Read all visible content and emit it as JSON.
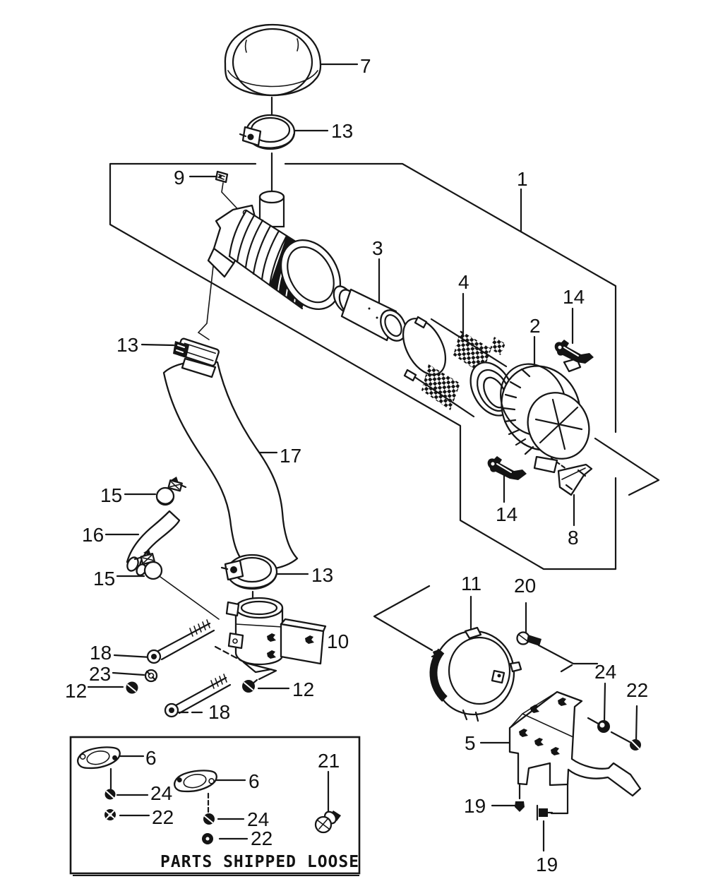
{
  "diagram": {
    "type": "exploded-parts-diagram",
    "colors": {
      "line": "#161616",
      "background": "#ffffff"
    },
    "box": {
      "title": "PARTS SHIPPED LOOSE"
    },
    "callouts": [
      {
        "label": "7"
      },
      {
        "label": "13"
      },
      {
        "label": "9"
      },
      {
        "label": "1"
      },
      {
        "label": "3"
      },
      {
        "label": "4"
      },
      {
        "label": "2"
      },
      {
        "label": "14"
      },
      {
        "label": "13"
      },
      {
        "label": "17"
      },
      {
        "label": "15"
      },
      {
        "label": "16"
      },
      {
        "label": "15"
      },
      {
        "label": "13"
      },
      {
        "label": "14"
      },
      {
        "label": "8"
      },
      {
        "label": "10"
      },
      {
        "label": "18"
      },
      {
        "label": "23"
      },
      {
        "label": "12"
      },
      {
        "label": "18"
      },
      {
        "label": "12"
      },
      {
        "label": "11"
      },
      {
        "label": "20"
      },
      {
        "label": "24"
      },
      {
        "label": "22"
      },
      {
        "label": "5"
      },
      {
        "label": "19"
      },
      {
        "label": "19"
      },
      {
        "label": "6"
      },
      {
        "label": "24"
      },
      {
        "label": "22"
      },
      {
        "label": "6"
      },
      {
        "label": "24"
      },
      {
        "label": "22"
      },
      {
        "label": "21"
      }
    ]
  }
}
